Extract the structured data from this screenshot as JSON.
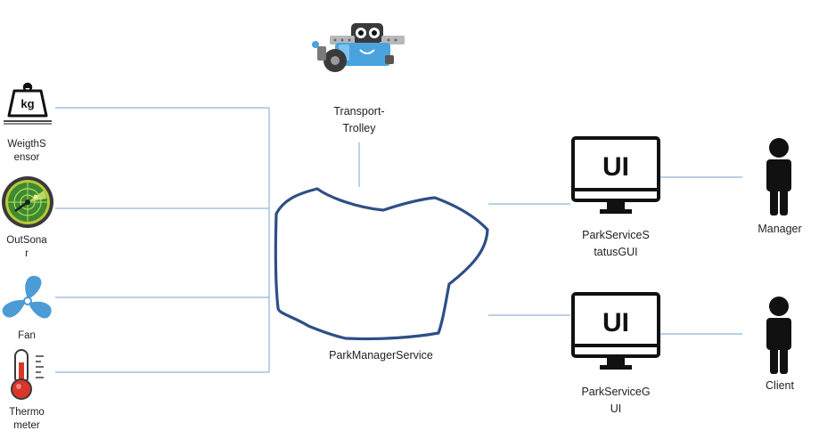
{
  "diagram": {
    "center": {
      "label": "ParkManagerService"
    },
    "left_devices": [
      {
        "id": "weight",
        "icon": "weight-scale-icon",
        "lines": [
          "WeigthS",
          "ensor"
        ]
      },
      {
        "id": "sonar",
        "icon": "radar-icon",
        "lines": [
          "OutSona",
          "r"
        ]
      },
      {
        "id": "fan",
        "icon": "fan-icon",
        "lines": [
          "Fan"
        ]
      },
      {
        "id": "thermo",
        "icon": "thermometer-icon",
        "lines": [
          "Thermo",
          "meter"
        ]
      }
    ],
    "trolley": {
      "icon": "robot-trolley-icon",
      "lines": [
        "Transport-",
        "Trolley"
      ]
    },
    "guis": [
      {
        "id": "status-gui",
        "screen_text": "UI",
        "lines": [
          "ParkServiceS",
          "tatusGUI"
        ],
        "user": "Manager"
      },
      {
        "id": "gui",
        "screen_text": "UI",
        "lines": [
          "ParkServiceG",
          "UI"
        ],
        "user": "Client"
      }
    ],
    "colors": {
      "connector": "#8fb4d8",
      "cloud": "#2e4f86",
      "icon_dark": "#111111",
      "robot_blue": "#4aa3df",
      "radar_green": "#3d8b2f",
      "fan_blue": "#4b9bd6",
      "thermo_red": "#d9362b"
    }
  }
}
